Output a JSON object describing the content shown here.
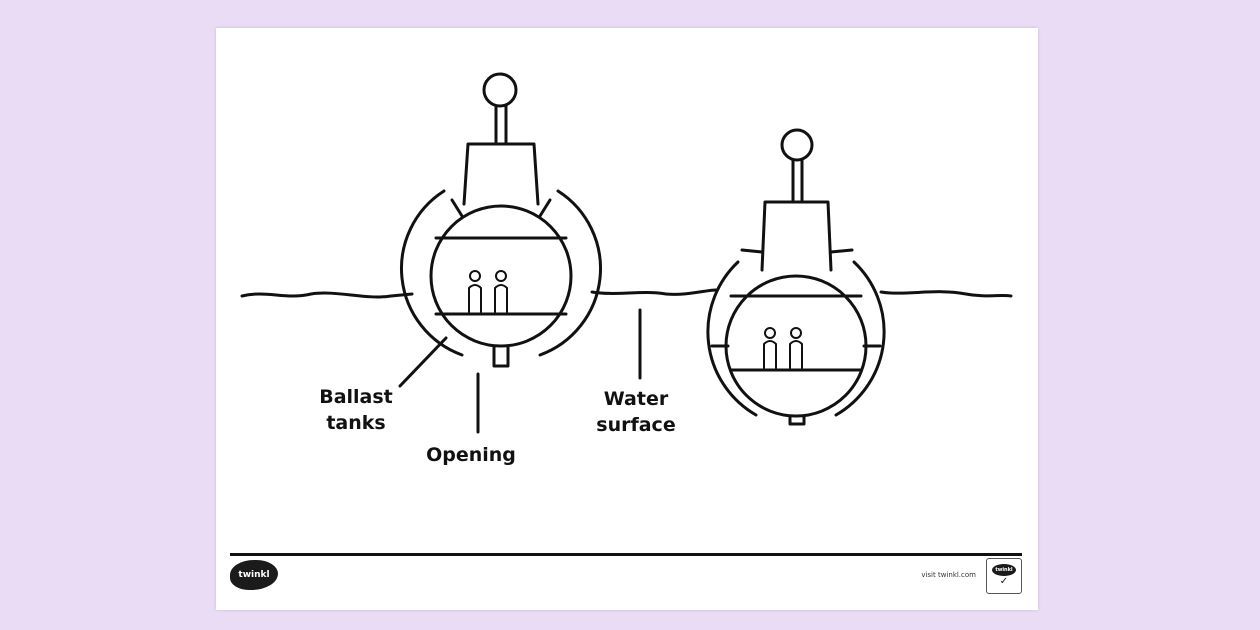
{
  "diagram": {
    "labels": {
      "ballast": "Ballast\ntanks",
      "opening": "Opening",
      "water": "Water\nsurface"
    }
  },
  "footer": {
    "logo_text": "twinkl",
    "visit_text": "visit twinkl.com",
    "badge_logo_text": "twinkl",
    "badge_mark": "✓"
  },
  "colors": {
    "background": "#eadcf4",
    "sheet": "#ffffff",
    "ink": "#111111"
  }
}
